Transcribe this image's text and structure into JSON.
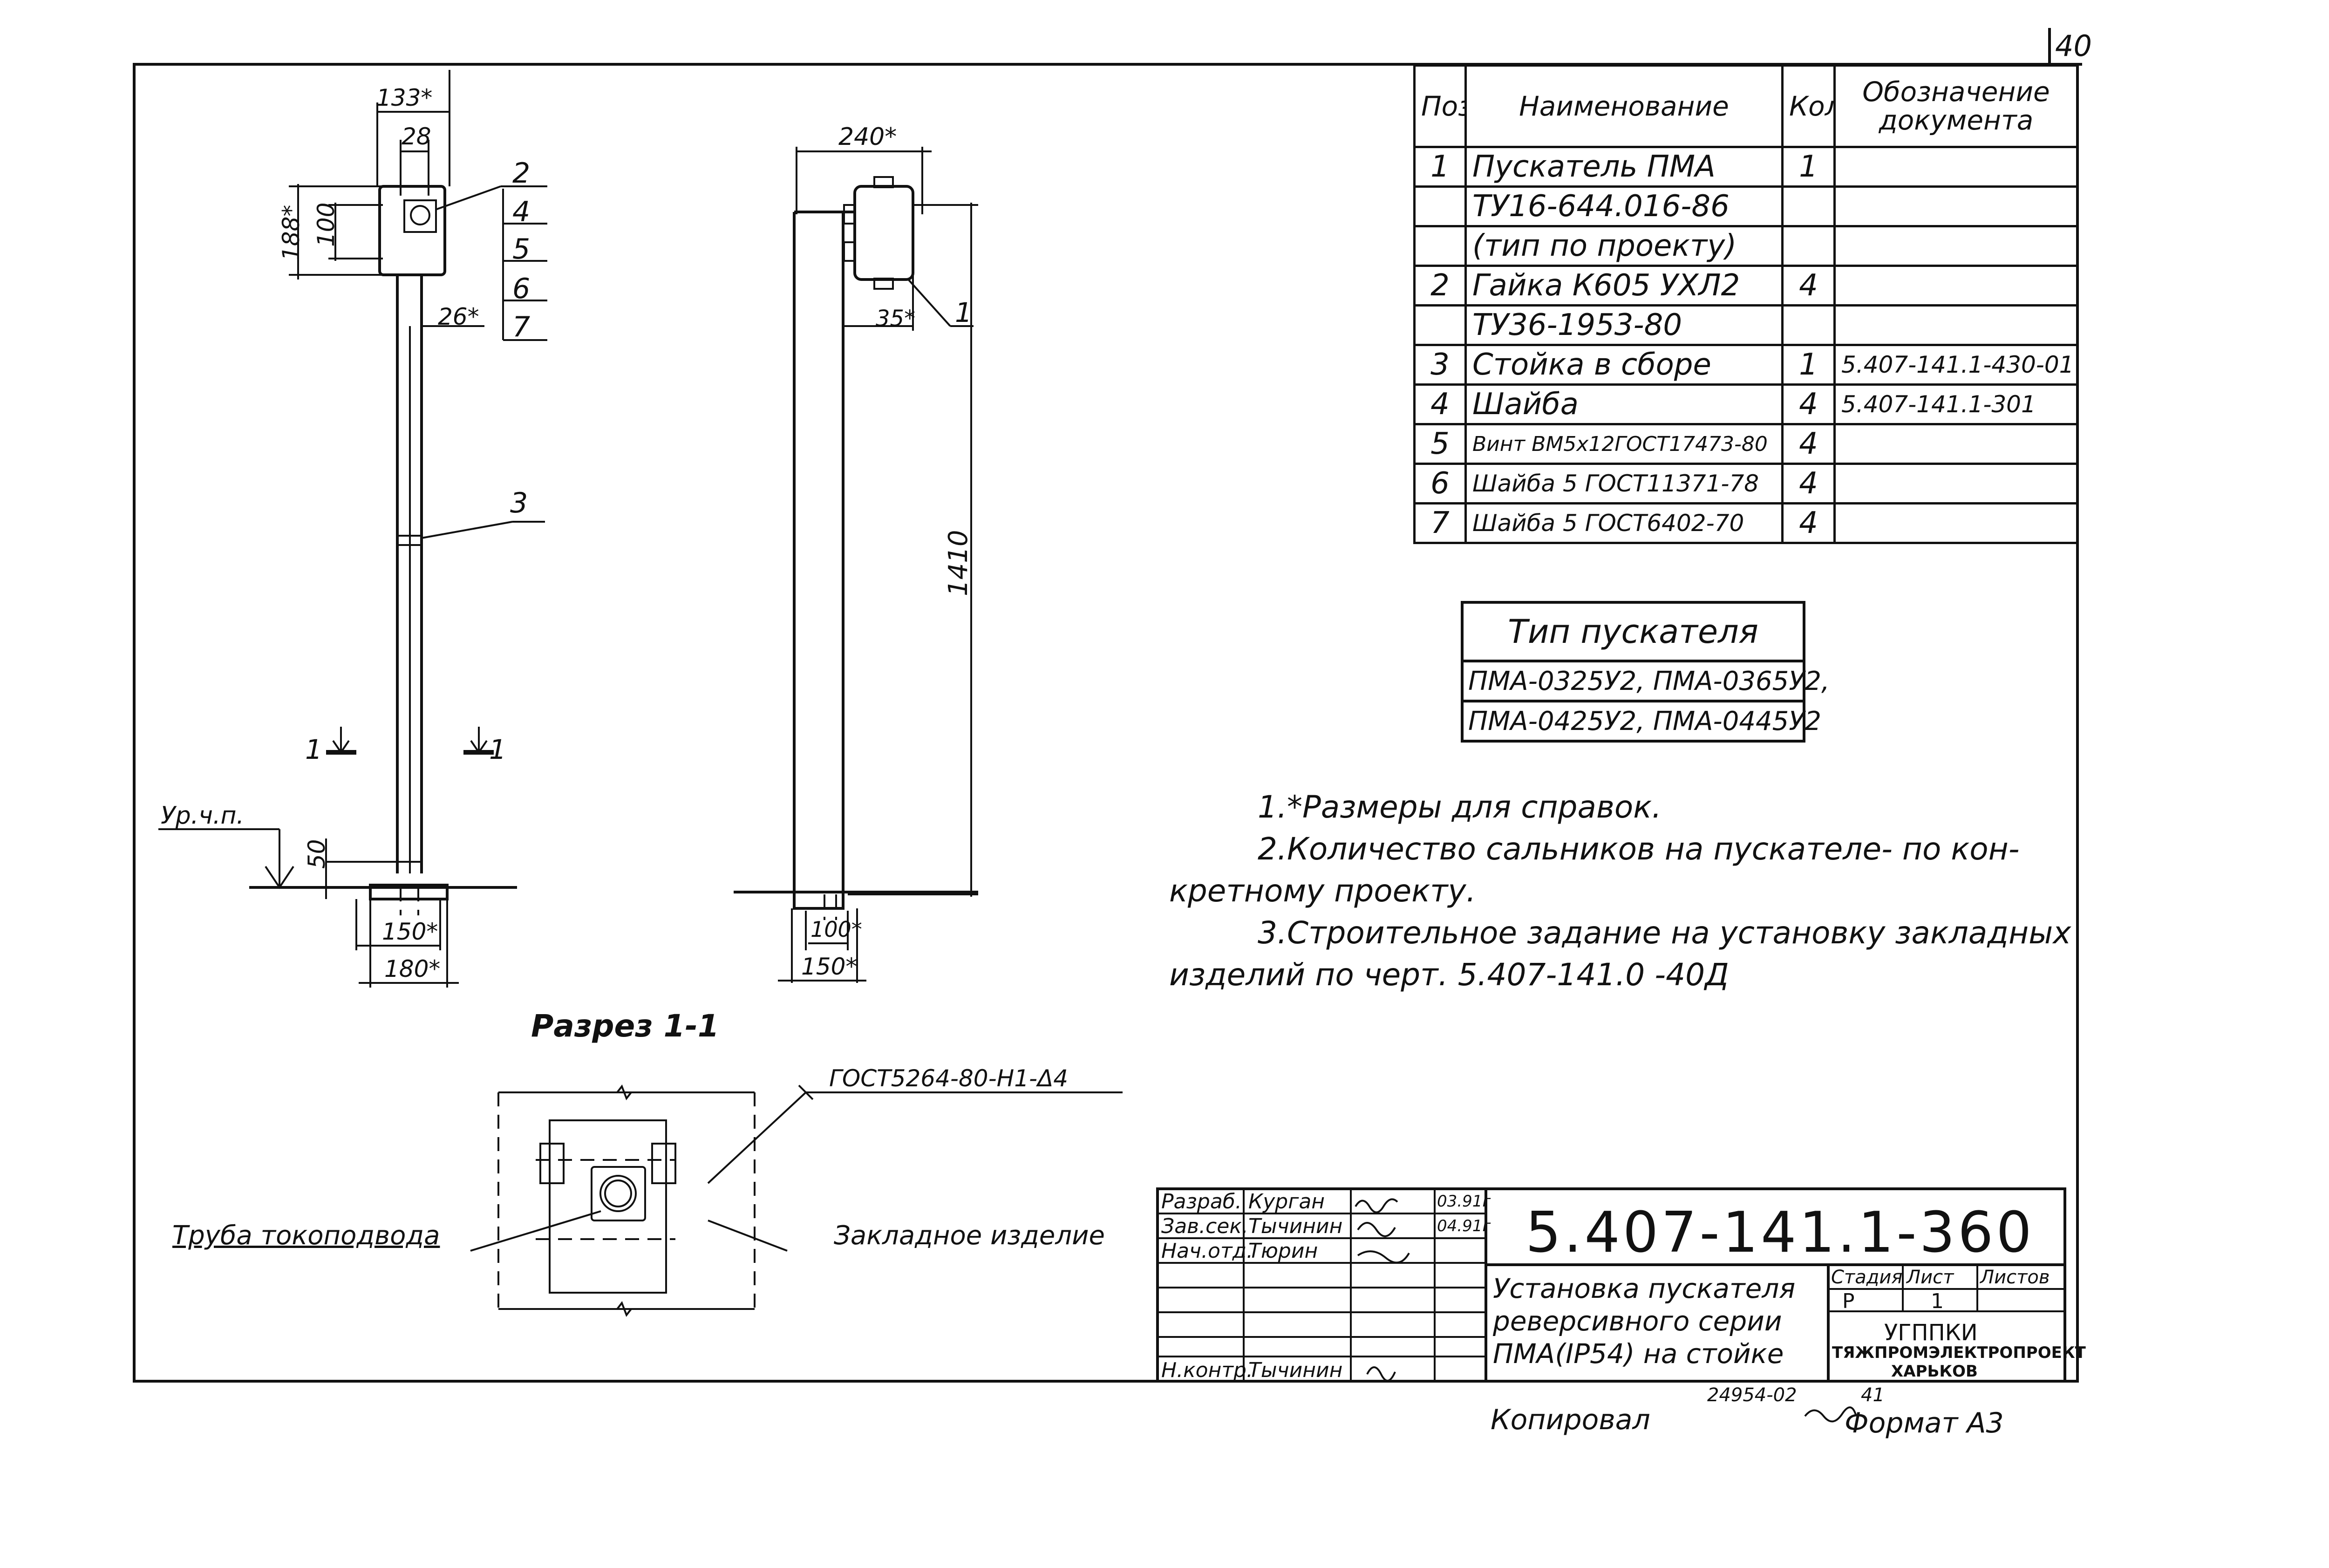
{
  "sheet_number": "40",
  "drawing_code": "5.407-141.1-360",
  "views": {
    "front": {
      "dim_width_top": "133*",
      "dim_width_inner": "28",
      "dim_height_box": "188*",
      "dim_height_inner": "100",
      "dim_gap": "26*",
      "dim_base_inner": "150*",
      "dim_base_outer": "180*",
      "dim_above_ground": "50",
      "ground_label": "Ур.ч.п.",
      "section_mark_left": "1",
      "section_mark_right": "1",
      "callouts": [
        "2",
        "4",
        "5",
        "6",
        "7"
      ],
      "callout_post": "3"
    },
    "side": {
      "dim_width_top": "240*",
      "dim_offset": "35*",
      "dim_height": "1410",
      "dim_base_inner": "100*",
      "dim_base_outer": "150*",
      "callout": "1"
    },
    "section": {
      "title": "Разрез 1-1",
      "weld_note": "ГОСТ5264-80-Н1-Δ4",
      "label_pipe": "Труба токоподвода",
      "label_embed": "Закладное изделие"
    }
  },
  "spec_table": {
    "headers": {
      "pos": "Поз.",
      "name": "Наименование",
      "qty": "Кол.",
      "doc": "Обозначение документа"
    },
    "rows": [
      {
        "pos": "1",
        "name": "Пускатель ПМА",
        "qty": "1",
        "doc": ""
      },
      {
        "pos": "",
        "name": "ТУ16-644.016-86",
        "qty": "",
        "doc": ""
      },
      {
        "pos": "",
        "name": "(тип по проекту)",
        "qty": "",
        "doc": ""
      },
      {
        "pos": "2",
        "name": "Гайка К605 УХЛ2",
        "qty": "4",
        "doc": ""
      },
      {
        "pos": "",
        "name": "ТУ36-1953-80",
        "qty": "",
        "doc": ""
      },
      {
        "pos": "3",
        "name": "Стойка в сборе",
        "qty": "1",
        "doc": "5.407-141.1-430-01"
      },
      {
        "pos": "4",
        "name": "Шайба",
        "qty": "4",
        "doc": "5.407-141.1-301"
      },
      {
        "pos": "5",
        "name": "Винт ВМ5х12ГОСТ17473-80",
        "qty": "4",
        "doc": ""
      },
      {
        "pos": "6",
        "name": "Шайба 5 ГОСТ11371-78",
        "qty": "4",
        "doc": ""
      },
      {
        "pos": "7",
        "name": "Шайба 5 ГОСТ6402-70",
        "qty": "4",
        "doc": ""
      }
    ]
  },
  "starter_type": {
    "title": "Тип пускателя",
    "row1": "ПМА-0325У2, ПМА-0365У2,",
    "row2": "ПМА-0425У2, ПМА-0445У2"
  },
  "notes": {
    "n1": "1.*Размеры для справок.",
    "n2a": "2.Количество сальников на пускателе- по кон-",
    "n2b": "кретному проекту.",
    "n3a": "3.Строительное задание на установку закладных",
    "n3b": "изделий по черт. 5.407-141.0 -40Д"
  },
  "title_block": {
    "code": "5.407-141.1-360",
    "roles": [
      {
        "role": "Разраб.",
        "name": "Курган",
        "date": "03.91г"
      },
      {
        "role": "Зав.сек.",
        "name": "Тычинин",
        "date": "04.91г"
      },
      {
        "role": "Нач.отд.",
        "name": "Тюрин",
        "date": ""
      },
      {
        "role": "",
        "name": "",
        "date": ""
      },
      {
        "role": "",
        "name": "",
        "date": ""
      },
      {
        "role": "",
        "name": "",
        "date": ""
      },
      {
        "role": "Н.контр.",
        "name": "Тычинин",
        "date": ""
      }
    ],
    "title_line1": "Установка пускателя",
    "title_line2": "реверсивного серии",
    "title_line3": "ПМА(IP54) на стойке",
    "stage_header": "Стадия",
    "sheet_header": "Лист",
    "sheets_header": "Листов",
    "stage": "Р",
    "sheet": "1",
    "sheets": "",
    "org1": "УГППКИ",
    "org2": "ТЯЖПРОМЭЛЕКТРОПРОЕКТ",
    "org3": "ХАРЬКОВ"
  },
  "footer": {
    "copied": "Копировал",
    "archive_no": "24954-02",
    "archive_sheet": "41",
    "format": "Формат А3"
  }
}
